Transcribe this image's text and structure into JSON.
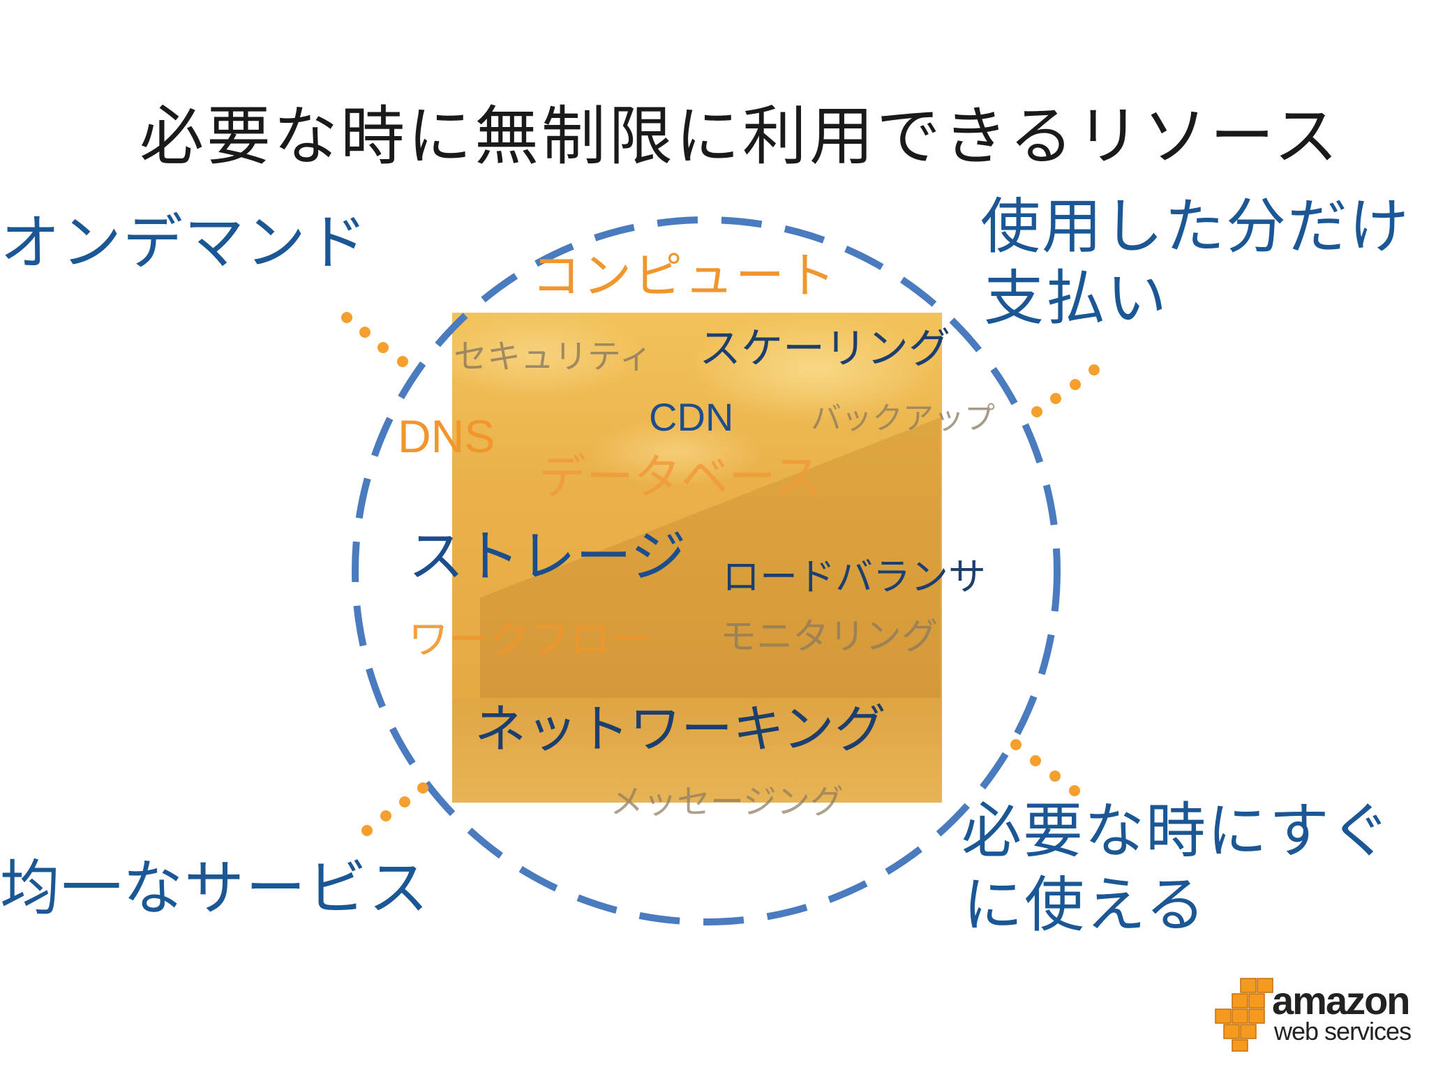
{
  "title": "必要な時に無制限に利用できるリソース",
  "features": {
    "ondemand": "オンデマンド",
    "pay_as_you_go_line1": "使用した分だけ",
    "pay_as_you_go_line2": "支払い",
    "uniform_service": "均一なサービス",
    "instant_line1": "必要な時にすぐ",
    "instant_line2": "に使える"
  },
  "services": {
    "compute": "コンピュート",
    "security": "セキュリティ",
    "scaling": "スケーリング",
    "cdn": "CDN",
    "dns": "DNS",
    "backup": "バックアップ",
    "database": "データベース",
    "storage": "ストレージ",
    "load_balancer": "ロードバランサ",
    "workflow": "ワークフロー",
    "monitoring": "モニタリング",
    "networking": "ネットワーキング",
    "messaging": "メッセージング"
  },
  "logo": {
    "line1": "amazon",
    "line2": "web services"
  },
  "colors": {
    "feature_text": "#1b5795",
    "ring": "#4a7bbf",
    "dots": "#f5a02e",
    "photo_tint": "#eab14a"
  }
}
